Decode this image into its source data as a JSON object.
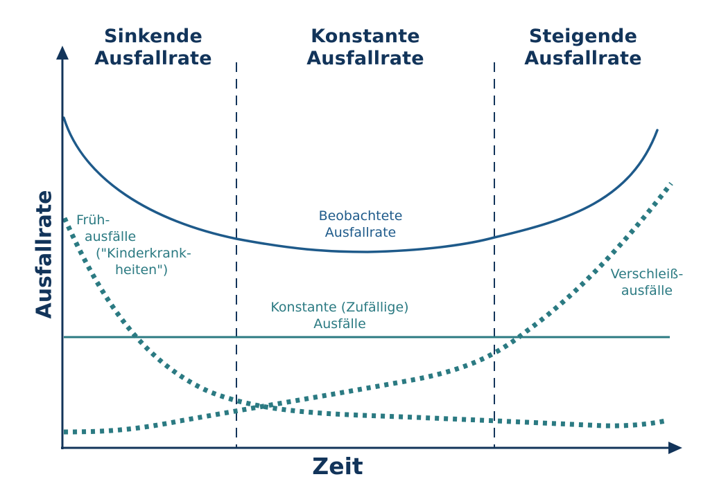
{
  "chart_data": {
    "type": "line",
    "title": "",
    "xlabel": "Zeit",
    "ylabel": "Ausfallrate",
    "regions": [
      {
        "label": "Sinkende Ausfallrate",
        "x_range": [
          0,
          0.29
        ]
      },
      {
        "label": "Konstante Ausfallrate",
        "x_range": [
          0.29,
          0.7
        ]
      },
      {
        "label": "Steigende Ausfallrate",
        "x_range": [
          0.7,
          1.0
        ]
      }
    ],
    "grid": false,
    "x_ticks": [],
    "y_ticks": [],
    "x": [
      0.0,
      0.1,
      0.2,
      0.29,
      0.4,
      0.5,
      0.6,
      0.7,
      0.8,
      0.9,
      0.98
    ],
    "series": [
      {
        "name": "Beobachtete Ausfallrate",
        "style": "solid",
        "color": "#1e5a8a",
        "values": [
          0.83,
          0.6,
          0.48,
          0.53,
          0.49,
          0.49,
          0.5,
          0.53,
          0.58,
          0.69,
          0.79
        ]
      },
      {
        "name": "Konstante (Zufällige) Ausfälle",
        "style": "solid",
        "color": "#2b7a82",
        "values": [
          0.28,
          0.28,
          0.28,
          0.28,
          0.28,
          0.28,
          0.28,
          0.28,
          0.28,
          0.28,
          0.28
        ]
      },
      {
        "name": "Frühausfälle (\"Kinderkrankheiten\")",
        "style": "dotted",
        "color": "#2b7a82",
        "values": [
          0.58,
          0.32,
          0.17,
          0.1,
          0.09,
          0.07,
          0.06,
          0.05,
          0.04,
          0.04,
          0.06
        ]
      },
      {
        "name": "Verschleißausfälle",
        "style": "dotted",
        "color": "#2b7a82",
        "values": [
          0.04,
          0.05,
          0.07,
          0.09,
          0.12,
          0.15,
          0.2,
          0.27,
          0.38,
          0.53,
          0.66
        ]
      }
    ],
    "legend_position": "inline annotations"
  },
  "titles": {
    "region1_line1": "Sinkende",
    "region1_line2": "Ausfallrate",
    "region2_line1": "Konstante",
    "region2_line2": "Ausfallrate",
    "region3_line1": "Steigende",
    "region3_line2": "Ausfallrate"
  },
  "axes": {
    "x_label": "Zeit",
    "y_label": "Ausfallrate"
  },
  "annotations": {
    "early_line1": "Früh-",
    "early_line2": "ausfälle",
    "early_line3": "(\"Kinderkrank-",
    "early_line4": "heiten\")",
    "observed_line1": "Beobachtete",
    "observed_line2": "Ausfallrate",
    "constant_line1": "Konstante (Zufällige)",
    "constant_line2": "Ausfälle",
    "wear_line1": "Verschleiß-",
    "wear_line2": "ausfälle"
  },
  "colors": {
    "axis": "#12345a",
    "observed": "#1e5a8a",
    "teal": "#2b7a82",
    "divider": "#12345a"
  }
}
